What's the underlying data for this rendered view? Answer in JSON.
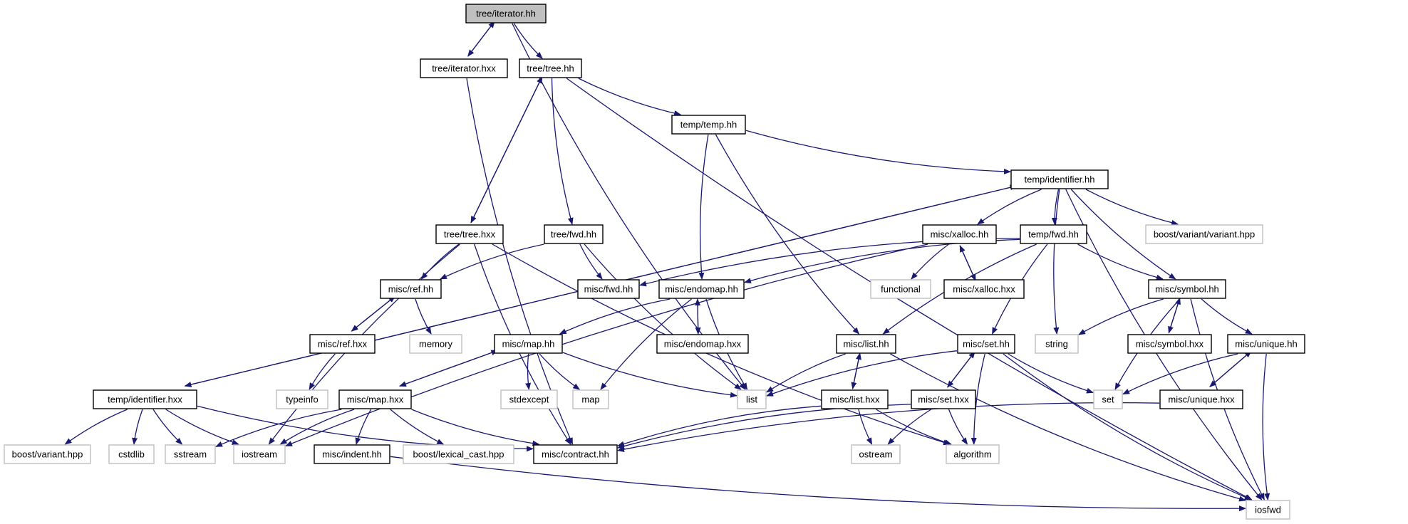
{
  "colors": {
    "edge": "#191970",
    "root_fill": "#bfbfbf",
    "local_border": "#000000",
    "external_border": "#bfbfbf",
    "background": "#ffffff"
  },
  "nodes": [
    {
      "id": "n_tree_iterator_hh",
      "label": "tree/iterator.hh",
      "kind": "root"
    },
    {
      "id": "n_tree_iterator_hxx",
      "label": "tree/iterator.hxx",
      "kind": "local"
    },
    {
      "id": "n_tree_tree_hh",
      "label": "tree/tree.hh",
      "kind": "local"
    },
    {
      "id": "n_temp_temp_hh",
      "label": "temp/temp.hh",
      "kind": "local"
    },
    {
      "id": "n_temp_identifier_hh",
      "label": "temp/identifier.hh",
      "kind": "local"
    },
    {
      "id": "n_tree_tree_hxx",
      "label": "tree/tree.hxx",
      "kind": "local"
    },
    {
      "id": "n_tree_fwd_hh",
      "label": "tree/fwd.hh",
      "kind": "local"
    },
    {
      "id": "n_misc_xalloc_hh",
      "label": "misc/xalloc.hh",
      "kind": "local"
    },
    {
      "id": "n_temp_fwd_hh",
      "label": "temp/fwd.hh",
      "kind": "local"
    },
    {
      "id": "n_boost_variant_variant_hpp",
      "label": "boost/variant/variant.hpp",
      "kind": "external"
    },
    {
      "id": "n_misc_ref_hh",
      "label": "misc/ref.hh",
      "kind": "local"
    },
    {
      "id": "n_misc_fwd_hh",
      "label": "misc/fwd.hh",
      "kind": "local"
    },
    {
      "id": "n_misc_endomap_hh",
      "label": "misc/endomap.hh",
      "kind": "local"
    },
    {
      "id": "n_functional",
      "label": "functional",
      "kind": "external"
    },
    {
      "id": "n_misc_xalloc_hxx",
      "label": "misc/xalloc.hxx",
      "kind": "local"
    },
    {
      "id": "n_misc_symbol_hh",
      "label": "misc/symbol.hh",
      "kind": "local"
    },
    {
      "id": "n_misc_ref_hxx",
      "label": "misc/ref.hxx",
      "kind": "local"
    },
    {
      "id": "n_memory",
      "label": "memory",
      "kind": "external"
    },
    {
      "id": "n_misc_map_hh",
      "label": "misc/map.hh",
      "kind": "local"
    },
    {
      "id": "n_misc_endomap_hxx",
      "label": "misc/endomap.hxx",
      "kind": "local"
    },
    {
      "id": "n_misc_list_hh",
      "label": "misc/list.hh",
      "kind": "local"
    },
    {
      "id": "n_misc_set_hh",
      "label": "misc/set.hh",
      "kind": "local"
    },
    {
      "id": "n_string",
      "label": "string",
      "kind": "external"
    },
    {
      "id": "n_misc_symbol_hxx",
      "label": "misc/symbol.hxx",
      "kind": "local"
    },
    {
      "id": "n_misc_unique_hh",
      "label": "misc/unique.hh",
      "kind": "local"
    },
    {
      "id": "n_typeinfo",
      "label": "typeinfo",
      "kind": "external"
    },
    {
      "id": "n_temp_identifier_hxx",
      "label": "temp/identifier.hxx",
      "kind": "local"
    },
    {
      "id": "n_misc_map_hxx",
      "label": "misc/map.hxx",
      "kind": "local"
    },
    {
      "id": "n_stdexcept",
      "label": "stdexcept",
      "kind": "external"
    },
    {
      "id": "n_map",
      "label": "map",
      "kind": "external"
    },
    {
      "id": "n_list",
      "label": "list",
      "kind": "external"
    },
    {
      "id": "n_misc_list_hxx",
      "label": "misc/list.hxx",
      "kind": "local"
    },
    {
      "id": "n_misc_set_hxx",
      "label": "misc/set.hxx",
      "kind": "local"
    },
    {
      "id": "n_set",
      "label": "set",
      "kind": "external"
    },
    {
      "id": "n_misc_unique_hxx",
      "label": "misc/unique.hxx",
      "kind": "local"
    },
    {
      "id": "n_boost_variant_hpp",
      "label": "boost/variant.hpp",
      "kind": "external"
    },
    {
      "id": "n_cstdlib",
      "label": "cstdlib",
      "kind": "external"
    },
    {
      "id": "n_sstream",
      "label": "sstream",
      "kind": "external"
    },
    {
      "id": "n_iostream",
      "label": "iostream",
      "kind": "external"
    },
    {
      "id": "n_misc_indent_hh",
      "label": "misc/indent.hh",
      "kind": "local"
    },
    {
      "id": "n_boost_lexical_cast_hpp",
      "label": "boost/lexical_cast.hpp",
      "kind": "external"
    },
    {
      "id": "n_misc_contract_hh",
      "label": "misc/contract.hh",
      "kind": "local"
    },
    {
      "id": "n_ostream",
      "label": "ostream",
      "kind": "external"
    },
    {
      "id": "n_algorithm",
      "label": "algorithm",
      "kind": "external"
    },
    {
      "id": "n_iosfwd",
      "label": "iosfwd",
      "kind": "external"
    }
  ],
  "edges": [
    [
      "n_tree_iterator_hh",
      "n_tree_iterator_hxx"
    ],
    [
      "n_tree_iterator_hxx",
      "n_tree_iterator_hh"
    ],
    [
      "n_tree_iterator_hh",
      "n_tree_tree_hh"
    ],
    [
      "n_tree_iterator_hh",
      "n_list"
    ],
    [
      "n_tree_iterator_hxx",
      "n_misc_contract_hh"
    ],
    [
      "n_tree_tree_hh",
      "n_temp_temp_hh"
    ],
    [
      "n_tree_tree_hh",
      "n_tree_tree_hxx"
    ],
    [
      "n_tree_tree_hxx",
      "n_tree_tree_hh"
    ],
    [
      "n_tree_tree_hh",
      "n_tree_fwd_hh"
    ],
    [
      "n_tree_tree_hh",
      "n_iosfwd"
    ],
    [
      "n_temp_temp_hh",
      "n_temp_identifier_hh"
    ],
    [
      "n_temp_temp_hh",
      "n_misc_endomap_hh"
    ],
    [
      "n_temp_temp_hh",
      "n_misc_list_hh"
    ],
    [
      "n_temp_identifier_hh",
      "n_misc_xalloc_hh"
    ],
    [
      "n_temp_identifier_hh",
      "n_temp_fwd_hh"
    ],
    [
      "n_temp_identifier_hh",
      "n_boost_variant_variant_hpp"
    ],
    [
      "n_temp_identifier_hh",
      "n_string"
    ],
    [
      "n_temp_identifier_hh",
      "n_misc_symbol_hh"
    ],
    [
      "n_temp_identifier_hh",
      "n_iosfwd"
    ],
    [
      "n_temp_identifier_hh",
      "n_temp_identifier_hxx"
    ],
    [
      "n_temp_identifier_hxx",
      "n_temp_identifier_hh"
    ],
    [
      "n_tree_tree_hxx",
      "n_misc_ref_hh"
    ],
    [
      "n_tree_tree_hxx",
      "n_iostream"
    ],
    [
      "n_tree_tree_hxx",
      "n_misc_contract_hh"
    ],
    [
      "n_tree_tree_hxx",
      "n_algorithm"
    ],
    [
      "n_tree_fwd_hh",
      "n_misc_ref_hh"
    ],
    [
      "n_tree_fwd_hh",
      "n_misc_fwd_hh"
    ],
    [
      "n_tree_fwd_hh",
      "n_list"
    ],
    [
      "n_misc_xalloc_hh",
      "n_functional"
    ],
    [
      "n_misc_xalloc_hh",
      "n_misc_xalloc_hxx"
    ],
    [
      "n_misc_xalloc_hxx",
      "n_misc_xalloc_hh"
    ],
    [
      "n_misc_xalloc_hh",
      "n_iostream"
    ],
    [
      "n_temp_fwd_hh",
      "n_misc_fwd_hh"
    ],
    [
      "n_temp_fwd_hh",
      "n_misc_endomap_hh"
    ],
    [
      "n_temp_fwd_hh",
      "n_misc_list_hh"
    ],
    [
      "n_temp_fwd_hh",
      "n_misc_set_hh"
    ],
    [
      "n_temp_fwd_hh",
      "n_misc_symbol_hh"
    ],
    [
      "n_misc_ref_hh",
      "n_memory"
    ],
    [
      "n_misc_ref_hh",
      "n_misc_ref_hxx"
    ],
    [
      "n_misc_ref_hxx",
      "n_misc_ref_hh"
    ],
    [
      "n_misc_ref_hxx",
      "n_typeinfo"
    ],
    [
      "n_misc_endomap_hh",
      "n_misc_map_hh"
    ],
    [
      "n_misc_endomap_hh",
      "n_misc_endomap_hxx"
    ],
    [
      "n_misc_endomap_hxx",
      "n_misc_endomap_hh"
    ],
    [
      "n_misc_endomap_hh",
      "n_map"
    ],
    [
      "n_misc_endomap_hh",
      "n_list"
    ],
    [
      "n_misc_symbol_hh",
      "n_string"
    ],
    [
      "n_misc_symbol_hh",
      "n_misc_symbol_hxx"
    ],
    [
      "n_misc_symbol_hxx",
      "n_misc_symbol_hh"
    ],
    [
      "n_misc_symbol_hh",
      "n_misc_unique_hh"
    ],
    [
      "n_misc_symbol_hh",
      "n_set"
    ],
    [
      "n_misc_symbol_hh",
      "n_iosfwd"
    ],
    [
      "n_misc_map_hh",
      "n_misc_map_hxx"
    ],
    [
      "n_misc_map_hxx",
      "n_misc_map_hh"
    ],
    [
      "n_misc_map_hh",
      "n_stdexcept"
    ],
    [
      "n_misc_map_hh",
      "n_map"
    ],
    [
      "n_misc_map_hh",
      "n_list"
    ],
    [
      "n_misc_list_hh",
      "n_list"
    ],
    [
      "n_misc_list_hh",
      "n_misc_list_hxx"
    ],
    [
      "n_misc_list_hxx",
      "n_misc_list_hh"
    ],
    [
      "n_misc_list_hh",
      "n_iosfwd"
    ],
    [
      "n_misc_set_hh",
      "n_list"
    ],
    [
      "n_misc_set_hh",
      "n_misc_set_hxx"
    ],
    [
      "n_misc_set_hxx",
      "n_misc_set_hh"
    ],
    [
      "n_misc_set_hh",
      "n_set"
    ],
    [
      "n_misc_set_hh",
      "n_algorithm"
    ],
    [
      "n_misc_set_hh",
      "n_iosfwd"
    ],
    [
      "n_misc_unique_hh",
      "n_set"
    ],
    [
      "n_misc_unique_hh",
      "n_misc_unique_hxx"
    ],
    [
      "n_misc_unique_hxx",
      "n_misc_unique_hh"
    ],
    [
      "n_misc_unique_hh",
      "n_iosfwd"
    ],
    [
      "n_misc_unique_hxx",
      "n_misc_contract_hh"
    ],
    [
      "n_temp_identifier_hxx",
      "n_boost_variant_hpp"
    ],
    [
      "n_temp_identifier_hxx",
      "n_cstdlib"
    ],
    [
      "n_temp_identifier_hxx",
      "n_sstream"
    ],
    [
      "n_temp_identifier_hxx",
      "n_iostream"
    ],
    [
      "n_temp_identifier_hxx",
      "n_misc_contract_hh"
    ],
    [
      "n_misc_map_hxx",
      "n_sstream"
    ],
    [
      "n_misc_map_hxx",
      "n_iostream"
    ],
    [
      "n_misc_map_hxx",
      "n_misc_indent_hh"
    ],
    [
      "n_misc_map_hxx",
      "n_boost_lexical_cast_hpp"
    ],
    [
      "n_misc_map_hxx",
      "n_misc_contract_hh"
    ],
    [
      "n_misc_list_hxx",
      "n_misc_contract_hh"
    ],
    [
      "n_misc_list_hxx",
      "n_ostream"
    ],
    [
      "n_misc_list_hxx",
      "n_algorithm"
    ],
    [
      "n_misc_set_hxx",
      "n_misc_contract_hh"
    ],
    [
      "n_misc_set_hxx",
      "n_ostream"
    ],
    [
      "n_misc_set_hxx",
      "n_algorithm"
    ],
    [
      "n_misc_indent_hh",
      "n_iosfwd"
    ]
  ]
}
